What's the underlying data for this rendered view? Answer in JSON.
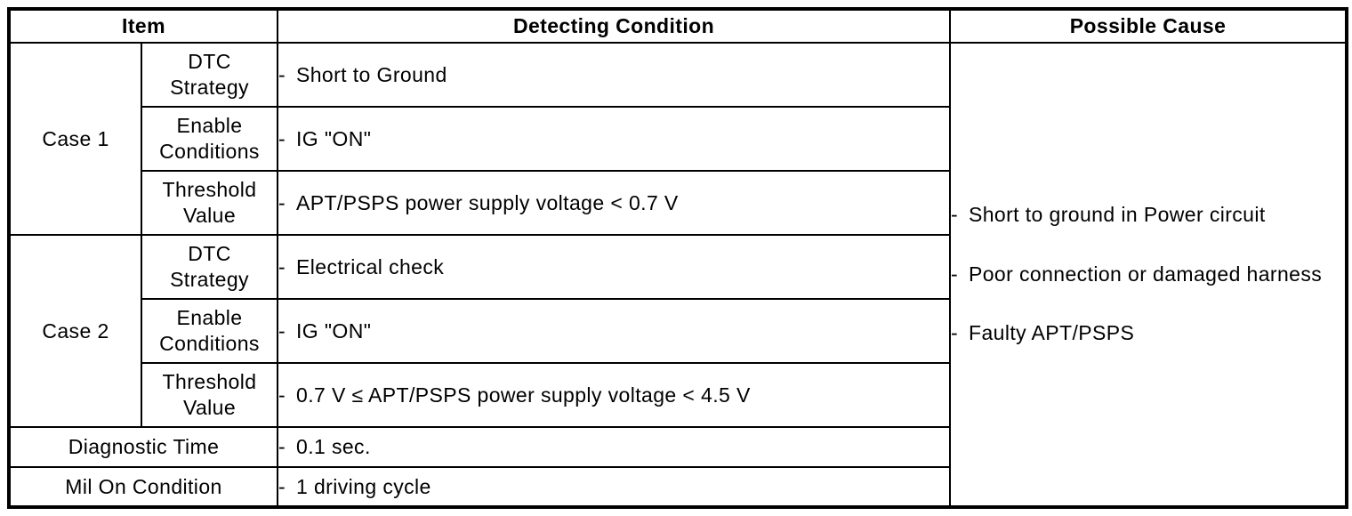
{
  "page": {
    "background_color": "#ffffff",
    "line_color": "#000000"
  },
  "table": {
    "bullet": "-",
    "headers": {
      "item": "Item",
      "detecting_condition": "Detecting Condition",
      "possible_cause": "Possible Cause"
    },
    "cases": [
      {
        "label": "Case 1",
        "rows": [
          {
            "label": "DTC\nStrategy",
            "condition": "Short to Ground"
          },
          {
            "label": "Enable\nConditions",
            "condition": "IG \"ON\""
          },
          {
            "label": "Threshold\nValue",
            "condition": "APT/PSPS power supply voltage < 0.7 V"
          }
        ]
      },
      {
        "label": "Case 2",
        "rows": [
          {
            "label": "DTC\nStrategy",
            "condition": "Electrical check"
          },
          {
            "label": "Enable\nConditions",
            "condition": "IG \"ON\""
          },
          {
            "label": "Threshold\nValue",
            "condition": "0.7 V ≤ APT/PSPS power supply voltage < 4.5 V"
          }
        ]
      }
    ],
    "summary_rows": [
      {
        "label": "Diagnostic Time",
        "condition": "0.1 sec."
      },
      {
        "label": "Mil On Condition",
        "condition": "1 driving cycle"
      }
    ],
    "possible_causes": [
      "Short to ground in Power circuit",
      "Poor connection or damaged harness",
      "Faulty APT/PSPS"
    ]
  }
}
